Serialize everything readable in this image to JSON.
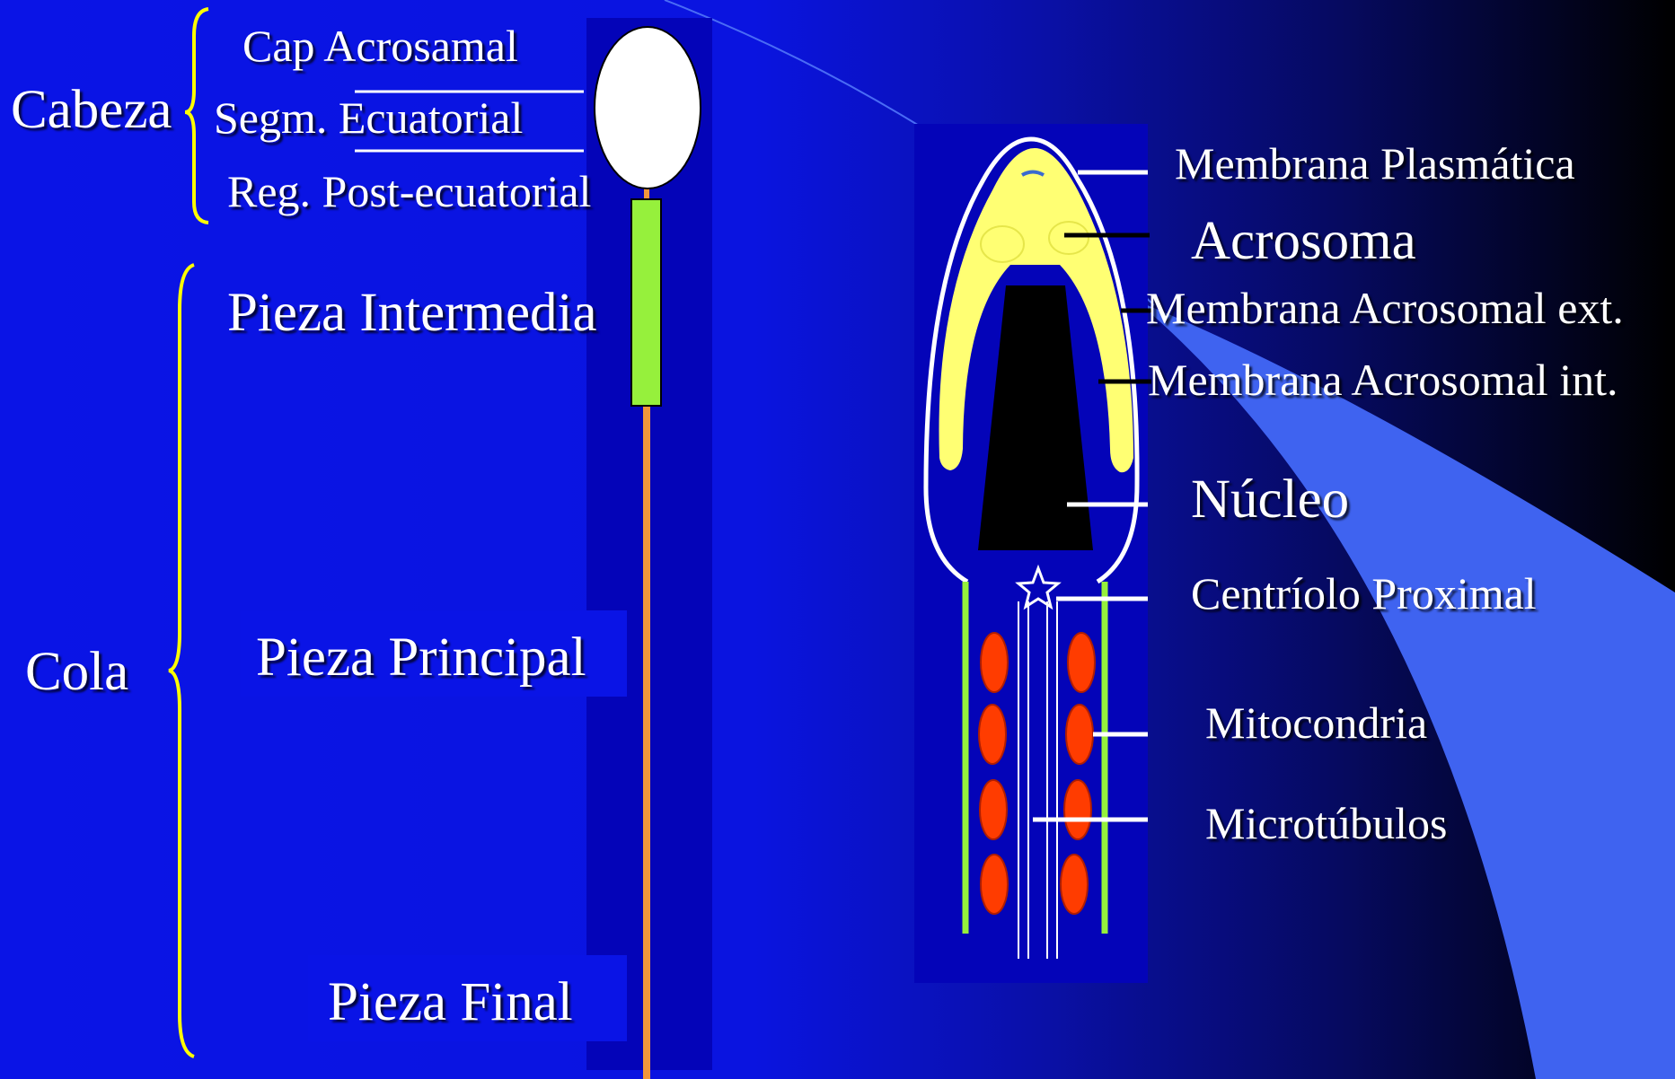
{
  "left": {
    "cabeza": "Cabeza",
    "cap": "Cap Acrosamal",
    "segm": "Segm. Ecuatorial",
    "reg": "Reg. Post-ecuatorial",
    "cola": "Cola",
    "intermedia": "Pieza Intermedia",
    "principal": "Pieza Principal",
    "final": "Pieza Final"
  },
  "right": {
    "membrana_plasmatica": "Membrana Plasmática",
    "acrosoma": "Acrosoma",
    "acrosomal_ext": "Membrana Acrosomal ext.",
    "acrosomal_int": "Membrana Acrosomal int.",
    "nucleo": "Núcleo",
    "centriolo": "Centríolo Proximal",
    "mitocondria": "Mitocondria",
    "microtubulos": "Microtúbulos"
  },
  "colors": {
    "background": "#0a14e6",
    "head": "#ffffff",
    "midpiece": "#96f03c",
    "tail": "#f0963c",
    "acrosome": "#ffff73",
    "nucleus": "#000000",
    "mitochondria": "#ff3c00",
    "braces": "#ffff00"
  }
}
